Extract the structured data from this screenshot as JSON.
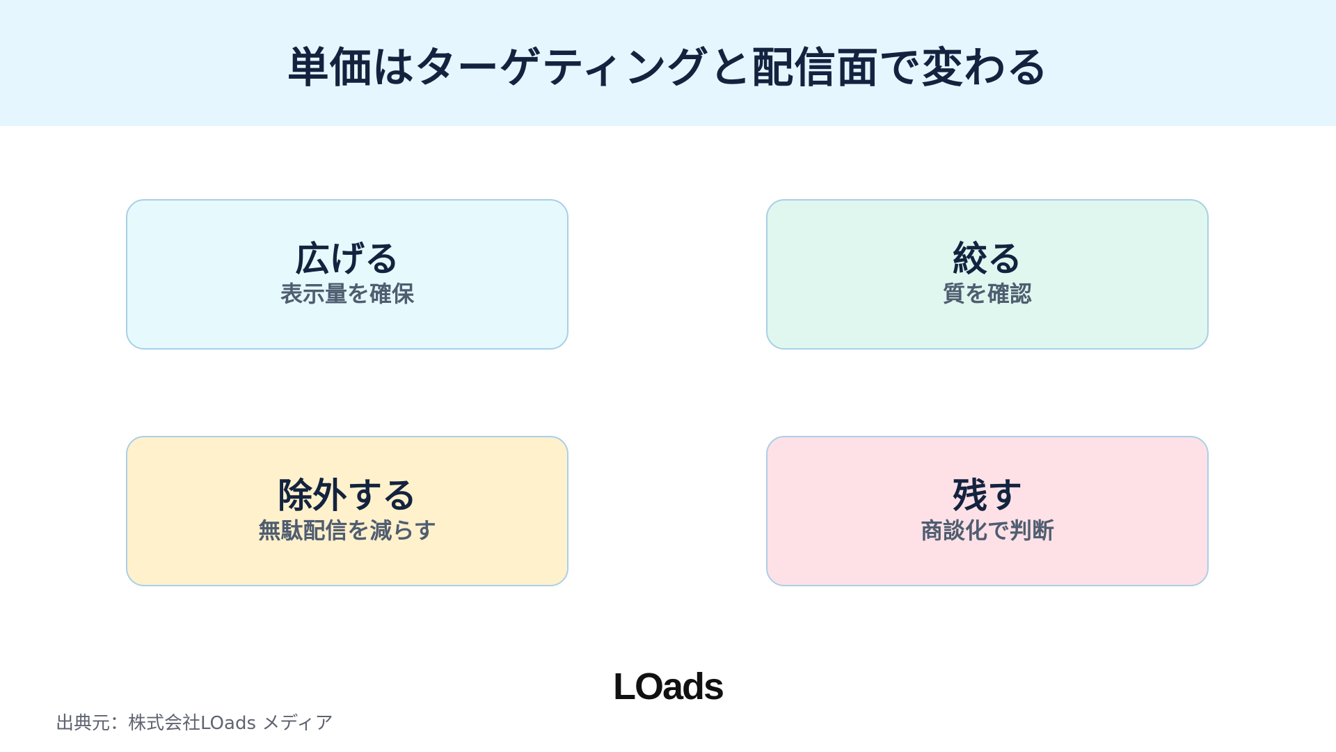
{
  "header": {
    "title": "単価はターゲティングと配信面で変わる",
    "background_color": "#e6f6fe"
  },
  "cards": [
    {
      "title": "広げる",
      "subtitle": "表示量を確保",
      "background_color": "#e6f9fc"
    },
    {
      "title": "絞る",
      "subtitle": "質を確認",
      "background_color": "#dff7ef"
    },
    {
      "title": "除外する",
      "subtitle": "無駄配信を減らす",
      "background_color": "#fff1cc"
    },
    {
      "title": "残す",
      "subtitle": "商談化で判断",
      "background_color": "#fee1e6"
    }
  ],
  "card_border_color": "#a9cfe8",
  "footer": {
    "logo_text": "LOads",
    "source_text": "出典元：株式会社LOads メディア"
  }
}
